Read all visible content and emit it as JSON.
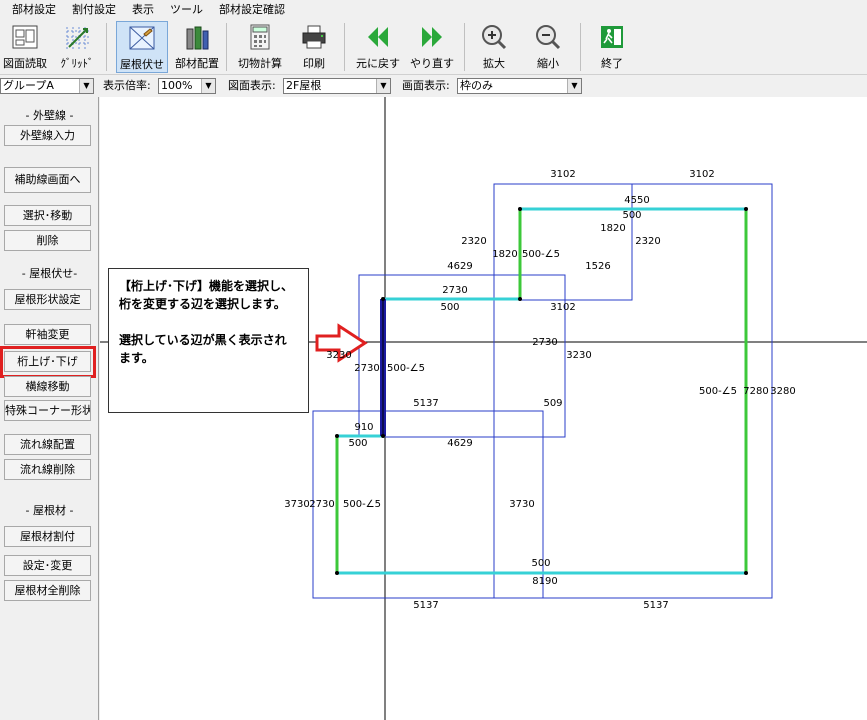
{
  "menu": [
    "部材設定",
    "割付設定",
    "表示",
    "ツール",
    "部材設定確認"
  ],
  "toolbar": {
    "items": [
      {
        "label": "図面読取",
        "icon": "floorplan-icon"
      },
      {
        "label": "ｸﾞﾘｯﾄﾞ",
        "icon": "grid-icon"
      },
      {
        "label": "屋根伏せ",
        "icon": "roof-plan-icon",
        "active": true
      },
      {
        "label": "部材配置",
        "icon": "materials-icon"
      },
      {
        "label": "切物計算",
        "icon": "calculator-icon"
      },
      {
        "label": "印刷",
        "icon": "printer-icon"
      },
      {
        "label": "元に戻す",
        "icon": "undo-icon"
      },
      {
        "label": "やり直す",
        "icon": "redo-icon"
      },
      {
        "label": "拡大",
        "icon": "zoom-in-icon"
      },
      {
        "label": "縮小",
        "icon": "zoom-out-icon"
      },
      {
        "label": "終了",
        "icon": "exit-icon"
      }
    ]
  },
  "options": {
    "group": "グループA",
    "scale_label": "表示倍率:",
    "scale_value": "100%",
    "drawing_label": "図面表示:",
    "drawing_value": "2F屋根",
    "screen_label": "画面表示:",
    "screen_value": "枠のみ"
  },
  "sidebar": {
    "sec_outer": "- 外壁線 -",
    "btn_outer_input": "外壁線入力",
    "btn_aux_screen": "補助線画面へ",
    "btn_select_move": "選択･移動",
    "btn_delete": "削除",
    "sec_roof": "- 屋根伏せ-",
    "btn_roof_shape": "屋根形状設定",
    "btn_eaves": "軒袖変更",
    "btn_keta": "桁上げ･下げ",
    "btn_yoko": "横線移動",
    "btn_special": "特殊コーナー形状",
    "btn_flow_place": "流れ線配置",
    "btn_flow_delete": "流れ線削除",
    "sec_material": "- 屋根材 -",
    "btn_material_alloc": "屋根材割付",
    "btn_setting_change": "設定･変更",
    "btn_material_delete_all": "屋根材全削除"
  },
  "callout": {
    "line1": "【桁上げ･下げ】機能を選択し、桁を変更する辺を選択します。",
    "line2": "選択している辺が黒く表示されます。"
  },
  "drawing_labels": [
    "3102",
    "3102",
    "4550",
    "500",
    "1820",
    "2320",
    "2320",
    "1820",
    "500-∠5",
    "4629",
    "1526",
    "2730",
    "500",
    "3102",
    "2730",
    "3230",
    "3230",
    "2730",
    "500-∠5",
    "500-∠5",
    "7280",
    "3280",
    "5137",
    "509",
    "910",
    "500",
    "4629",
    "3730",
    "2730",
    "500-∠5",
    "3730",
    "500",
    "8190",
    "5137",
    "5137"
  ],
  "colors": {
    "rect_blue": "#2a3cc8",
    "cyan_line": "#36d1d6",
    "green_line": "#3cc83a",
    "selected_edge": "#1a1aa0",
    "highlight_red": "#e02020",
    "arrow_red": "#e02020"
  }
}
